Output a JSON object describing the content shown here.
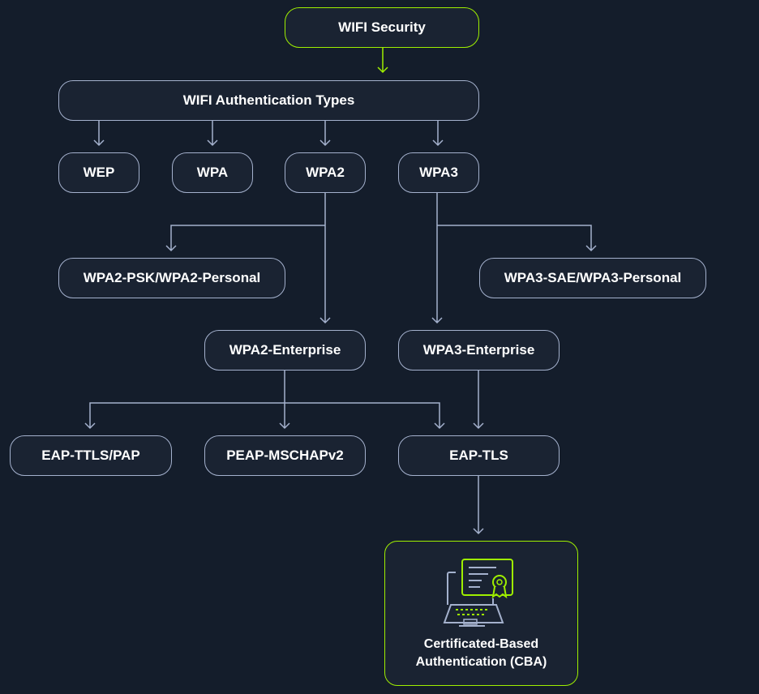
{
  "nodes": {
    "wifi_security": "WIFI Security",
    "auth_types": "WIFI Authentication Types",
    "wep": "WEP",
    "wpa": "WPA",
    "wpa2": "WPA2",
    "wpa3": "WPA3",
    "wpa2_personal": "WPA2-PSK/WPA2-Personal",
    "wpa3_personal": "WPA3-SAE/WPA3-Personal",
    "wpa2_enterprise": "WPA2-Enterprise",
    "wpa3_enterprise": "WPA3-Enterprise",
    "eap_ttls": "EAP-TTLS/PAP",
    "peap": "PEAP-MSCHAPv2",
    "eap_tls": "EAP-TLS",
    "cba_line1": "Certificated-Based",
    "cba_line2": "Authentication (CBA)"
  },
  "icons": {
    "cba_icon": "certificate-laptop-icon"
  },
  "colors": {
    "background": "#141d2b",
    "box": "#1a2332",
    "border": "#a4b1cd",
    "accent": "#9fef00"
  }
}
